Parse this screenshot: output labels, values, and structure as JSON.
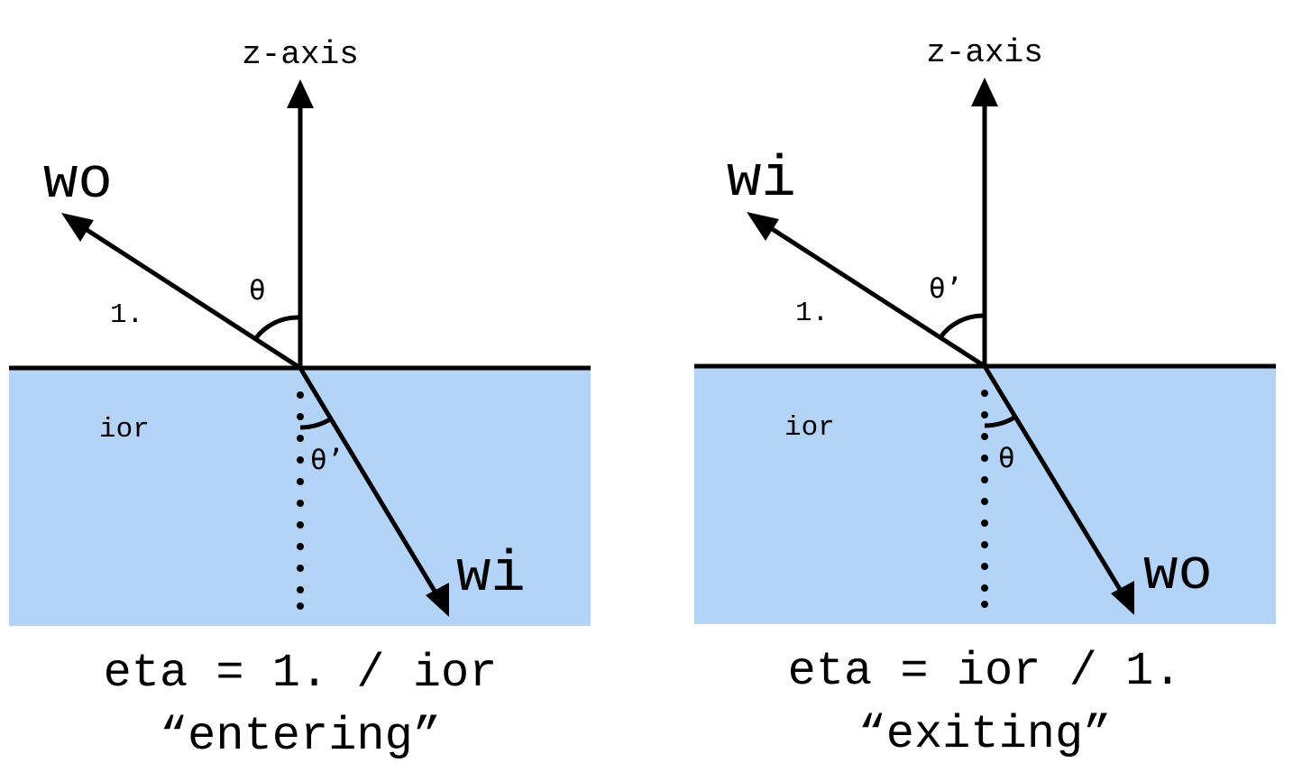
{
  "colors": {
    "medium": "#b3d4f7",
    "ink": "#000000",
    "background": "#ffffff"
  },
  "diagrams": [
    {
      "axis_label": "z-axis",
      "upper_ray_label": "wo",
      "lower_ray_label": "wi",
      "upper_angle_label": "θ",
      "lower_angle_label": "θ’",
      "upper_medium_label": "1.",
      "lower_medium_label": "ior",
      "equation": "eta = 1. / ior",
      "caption": "“entering”"
    },
    {
      "axis_label": "z-axis",
      "upper_ray_label": "wi",
      "lower_ray_label": "wo",
      "upper_angle_label": "θ’",
      "lower_angle_label": "θ",
      "upper_medium_label": "1.",
      "lower_medium_label": "ior",
      "equation": "eta = ior / 1.",
      "caption": "“exiting”"
    }
  ]
}
